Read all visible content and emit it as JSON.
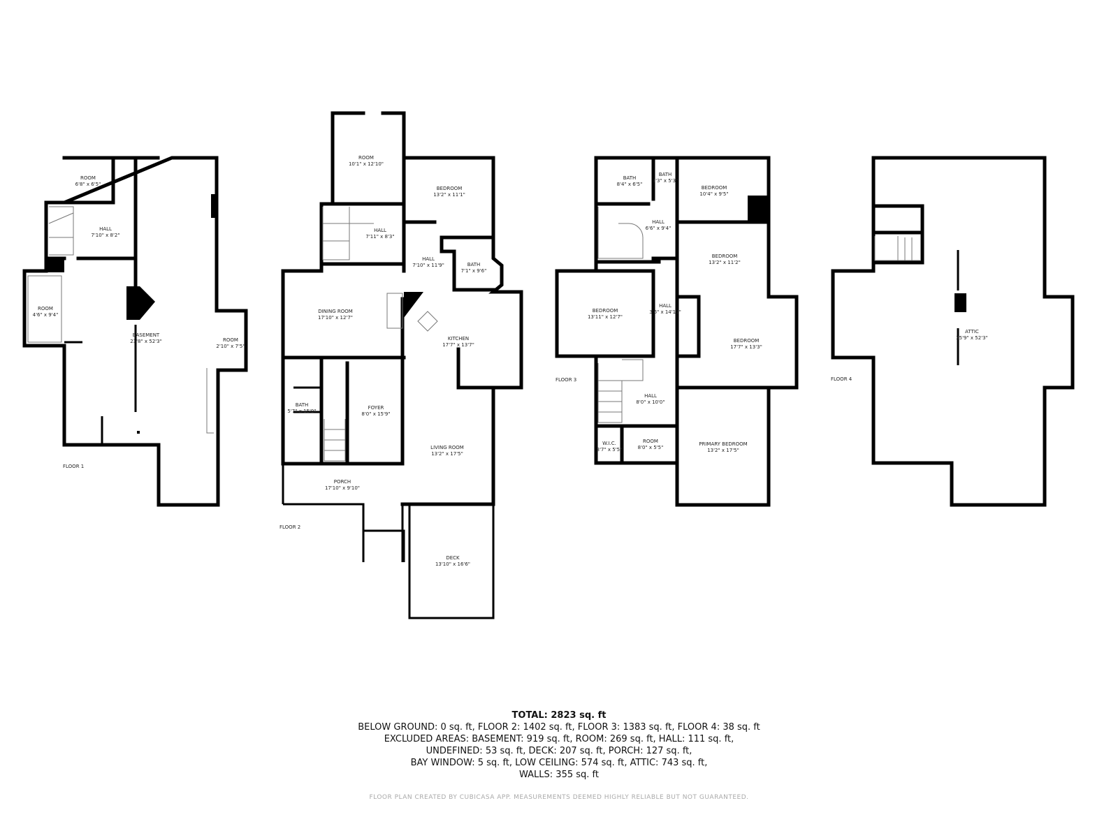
{
  "floors": [
    {
      "label": "FLOOR 1",
      "rooms": [
        {
          "name": "ROOM",
          "dims": "6'8\" x 6'5\""
        },
        {
          "name": "HALL",
          "dims": "7'10\" x 8'2\""
        },
        {
          "name": "ROOM",
          "dims": "4'6\" x 9'4\""
        },
        {
          "name": "BASEMENT",
          "dims": "23'8\" x 52'3\""
        },
        {
          "name": "ROOM",
          "dims": "2'10\" x 7'5\""
        }
      ]
    },
    {
      "label": "FLOOR 2",
      "rooms": [
        {
          "name": "ROOM",
          "dims": "10'1\" x 12'10\""
        },
        {
          "name": "BEDROOM",
          "dims": "13'2\" x 11'1\""
        },
        {
          "name": "HALL",
          "dims": "7'11\" x 8'3\""
        },
        {
          "name": "HALL",
          "dims": "7'10\" x 11'9\""
        },
        {
          "name": "BATH",
          "dims": "7'1\" x 9'6\""
        },
        {
          "name": "DINING ROOM",
          "dims": "17'10\" x 12'7\""
        },
        {
          "name": "KITCHEN",
          "dims": "17'7\" x 13'7\""
        },
        {
          "name": "BATH",
          "dims": "5'7\" x 15'9\""
        },
        {
          "name": "FOYER",
          "dims": "8'0\" x 15'9\""
        },
        {
          "name": "LIVING ROOM",
          "dims": "13'2\" x 17'5\""
        },
        {
          "name": "PORCH",
          "dims": "17'10\" x 9'10\""
        },
        {
          "name": "DECK",
          "dims": "13'10\" x 16'6\""
        }
      ]
    },
    {
      "label": "FLOOR 3",
      "rooms": [
        {
          "name": "BATH",
          "dims": "8'4\" x 6'5\""
        },
        {
          "name": "BATH",
          "dims": "3'3\" x 5'3\""
        },
        {
          "name": "BEDROOM",
          "dims": "10'4\" x 9'5\""
        },
        {
          "name": "HALL",
          "dims": "6'6\" x 9'4\""
        },
        {
          "name": "BEDROOM",
          "dims": "13'2\" x 11'2\""
        },
        {
          "name": "BEDROOM",
          "dims": "13'11\" x 12'7\""
        },
        {
          "name": "HALL",
          "dims": "3'6\" x 14'11\""
        },
        {
          "name": "BEDROOM",
          "dims": "17'7\" x 13'3\""
        },
        {
          "name": "HALL",
          "dims": "8'0\" x 10'0\""
        },
        {
          "name": "W.I.C.",
          "dims": "3'7\" x 5'5\""
        },
        {
          "name": "ROOM",
          "dims": "8'0\" x 5'5\""
        },
        {
          "name": "PRIMARY BEDROOM",
          "dims": "13'2\" x 17'5\""
        }
      ]
    },
    {
      "label": "FLOOR 4",
      "rooms": [
        {
          "name": "ATTIC",
          "dims": "35'9\" x 52'3\""
        }
      ]
    }
  ],
  "summary": {
    "total": "TOTAL: 2823 sq. ft",
    "lines": [
      "BELOW GROUND: 0 sq. ft, FLOOR 2: 1402 sq. ft, FLOOR 3: 1383 sq. ft, FLOOR 4: 38 sq. ft",
      "EXCLUDED AREAS: BASEMENT: 919 sq. ft, ROOM: 269 sq. ft, HALL: 111 sq. ft,",
      "UNDEFINED: 53 sq. ft, DECK: 207 sq. ft, PORCH: 127 sq. ft,",
      "BAY WINDOW: 5 sq. ft, LOW CEILING: 574 sq. ft, ATTIC: 743 sq. ft,",
      "WALLS: 355 sq. ft"
    ]
  },
  "credit": "FLOOR PLAN CREATED BY CUBICASA APP. MEASUREMENTS DEEMED HIGHLY RELIABLE BUT NOT GUARANTEED."
}
